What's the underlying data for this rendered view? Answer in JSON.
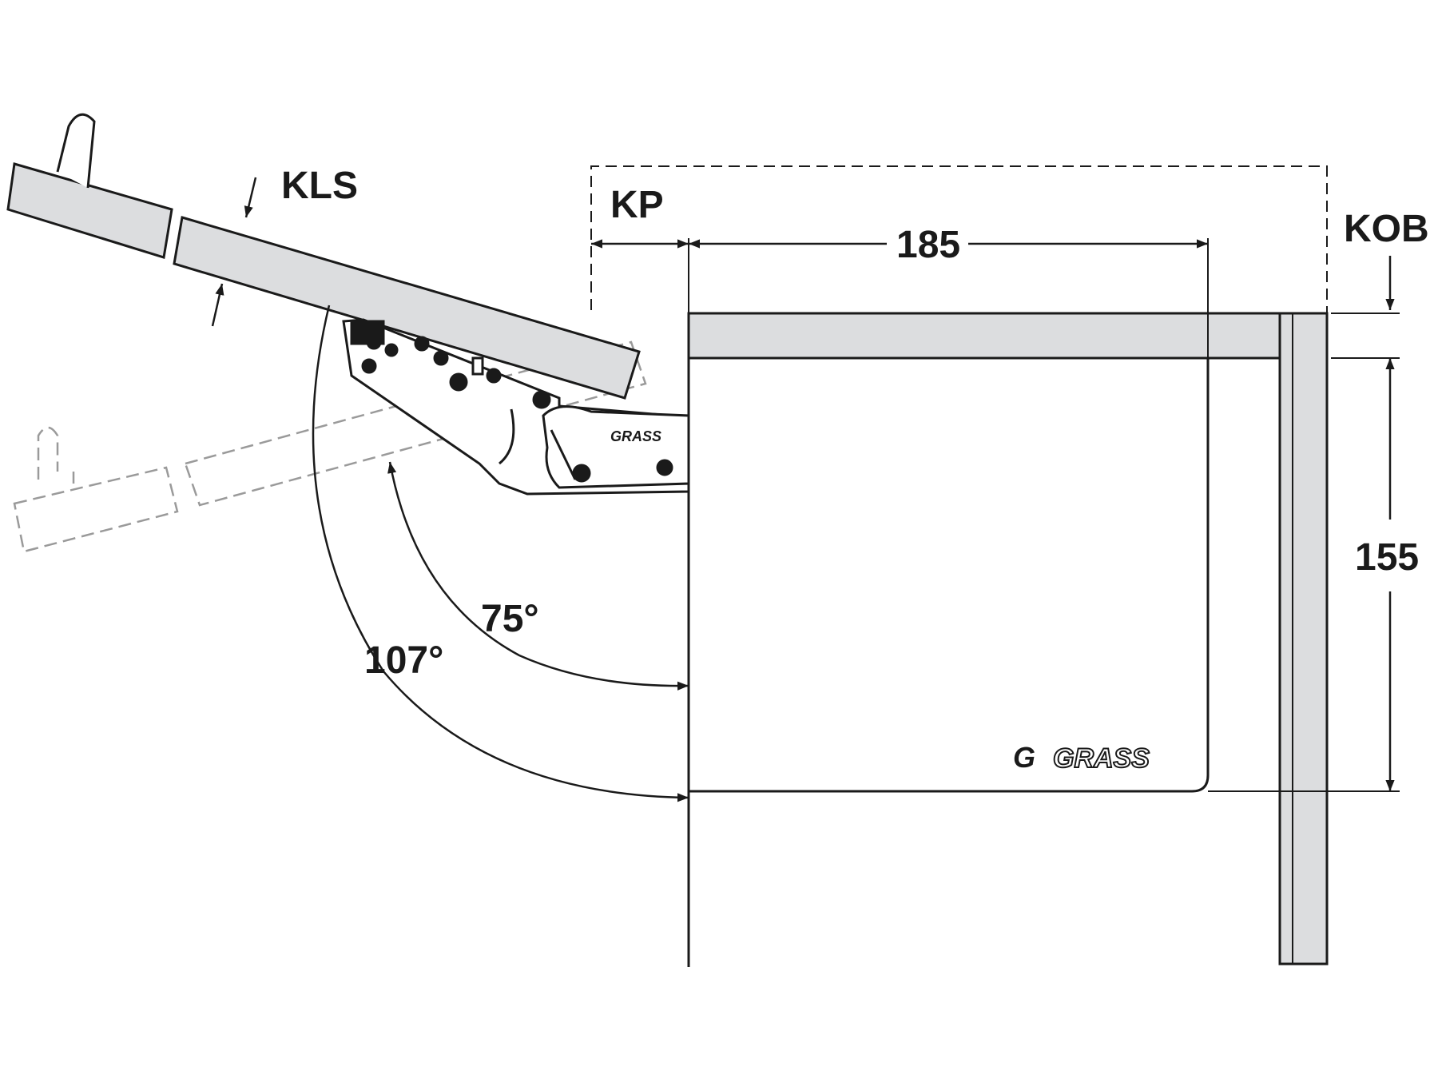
{
  "labels": {
    "kls": "KLS",
    "kp": "KP",
    "kob": "KOB",
    "width_185": "185",
    "height_155": "155",
    "angle_75": "75°",
    "angle_107": "107°"
  },
  "logos": {
    "mechanism": "GRASS",
    "cover": "GRASS"
  },
  "colors": {
    "line": "#1a1a1a",
    "panel_fill": "#dcdddf",
    "dashed": "#9a9a9a"
  }
}
